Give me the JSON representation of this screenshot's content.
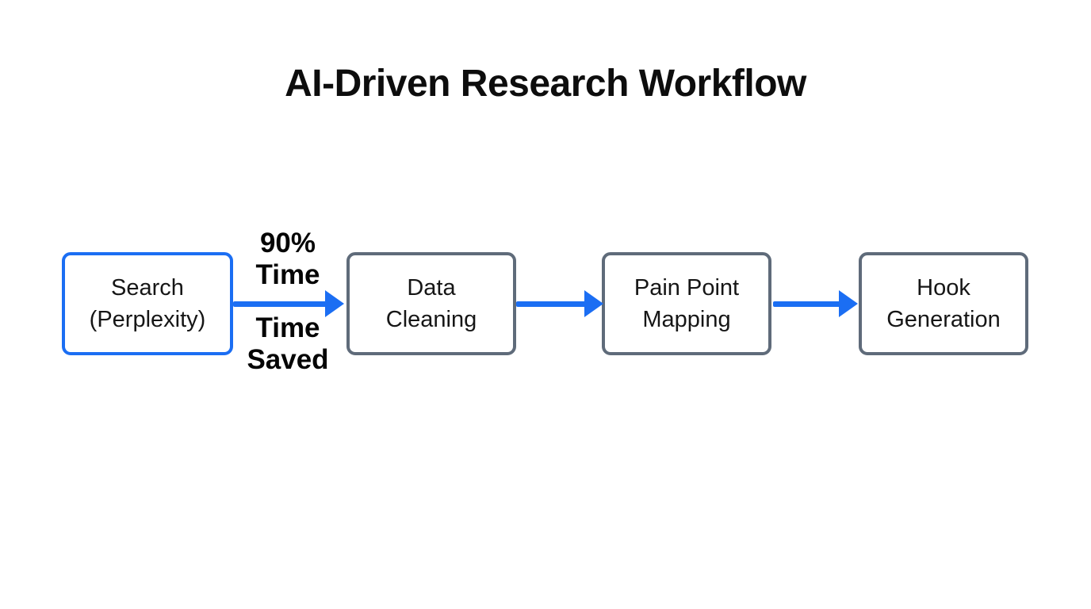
{
  "title": "AI-Driven Research Workflow",
  "colors": {
    "flow_blue": "#1b6ef3",
    "node_border_gray": "#5f6b7a",
    "text": "#0d0d0d",
    "background": "#ffffff"
  },
  "nodes": [
    {
      "id": "search",
      "lines": [
        "Search",
        "(Perplexity)"
      ],
      "highlighted": true
    },
    {
      "id": "data-cleaning",
      "lines": [
        "Data",
        "Cleaning"
      ],
      "highlighted": false
    },
    {
      "id": "pain-point-mapping",
      "lines": [
        "Pain Point",
        "Mapping"
      ],
      "highlighted": false
    },
    {
      "id": "hook-generation",
      "lines": [
        "Hook",
        "Generation"
      ],
      "highlighted": false
    }
  ],
  "edges": [
    {
      "from": "search",
      "to": "data-cleaning",
      "label_above": [
        "90%",
        "Time"
      ],
      "label_below": [
        "Time",
        "Saved"
      ]
    },
    {
      "from": "data-cleaning",
      "to": "pain-point-mapping"
    },
    {
      "from": "pain-point-mapping",
      "to": "hook-generation"
    }
  ]
}
